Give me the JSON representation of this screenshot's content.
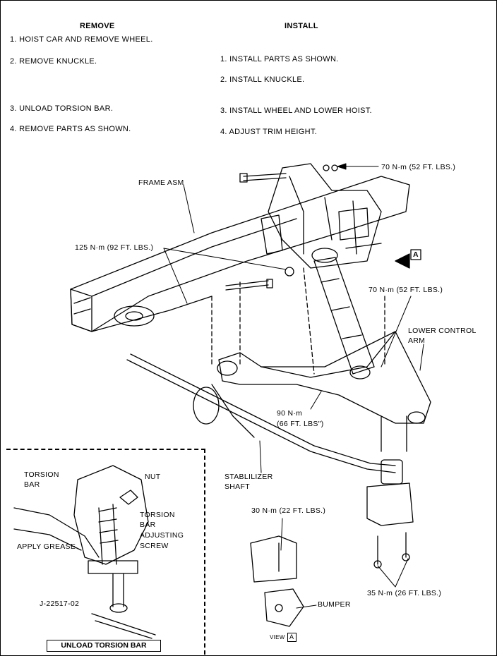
{
  "remove": {
    "heading": "REMOVE",
    "steps": [
      "1.  HOIST CAR AND REMOVE WHEEL.",
      "2.  REMOVE KNUCKLE.",
      "3.  UNLOAD TORSION BAR.",
      "4.  REMOVE PARTS AS SHOWN."
    ]
  },
  "install": {
    "heading": "INSTALL",
    "steps": [
      "1.  INSTALL PARTS AS SHOWN.",
      "2.  INSTALL KNUCKLE.",
      "3.  INSTALL WHEEL AND LOWER HOIST.",
      "4.  ADJUST TRIM HEIGHT."
    ]
  },
  "callouts": {
    "torque_top": "70 N·m (52 FT. LBS.)",
    "frame_asm": "FRAME ASM",
    "torque_125": "125 N·m (92 FT. LBS.)",
    "view_a_marker": "A",
    "torque_70_mid": "70 N·m (52 FT. LBS.)",
    "lower_control_arm_1": "LOWER CONTROL",
    "lower_control_arm_2": "ARM",
    "torque_90_1": "90 N·m",
    "torque_90_2": "(66 FT. LBS\")",
    "stabilizer_1": "STABLILIZER",
    "stabilizer_2": "SHAFT",
    "torque_30": "30  N·m (22 FT. LBS.)",
    "torque_35": "35 N·m (26 FT. LBS.)",
    "bumper": "BUMPER",
    "view_label": "VIEW",
    "view_letter": "A"
  },
  "inset": {
    "torsion_bar_1": "TORSION",
    "torsion_bar_2": "BAR",
    "nut": "NUT",
    "adjusting_1": "TORSION",
    "adjusting_2": "BAR",
    "adjusting_3": "ADJUSTING",
    "adjusting_4": "SCREW",
    "apply_grease": "APPLY GREASE",
    "tool": "J-22517-02",
    "caption": "UNLOAD TORSION BAR"
  }
}
